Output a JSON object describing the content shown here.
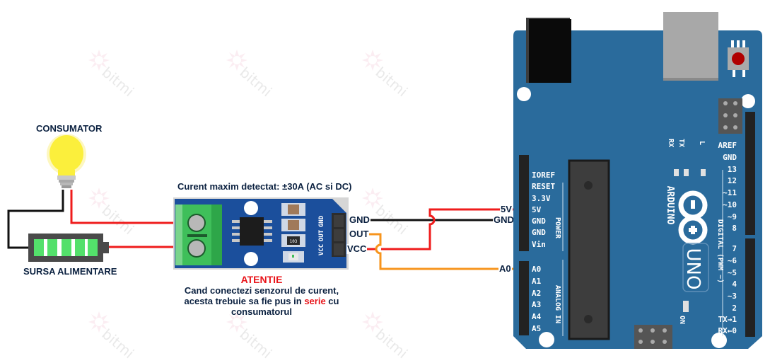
{
  "labels": {
    "consumer": "CONSUMATOR",
    "power_source": "SURSA ALIMENTARE",
    "sensor_caption": "Curent maxim detectat: ±30A (AC si DC)"
  },
  "note": {
    "title": "ATENTIE",
    "line1": "Cand conectezi senzorul de curent,",
    "line2_before": "acesta trebuie sa fie pus in ",
    "line2_highlight": "serie",
    "line2_after": " cu",
    "line3": "consumatorul"
  },
  "sensor_pins": [
    "GND",
    "OUT",
    "VCC"
  ],
  "arduino_pin_labels": {
    "five_v": "5V",
    "gnd": "GND",
    "a0": "A0"
  },
  "arduino": {
    "power_header": [
      "IOREF",
      "RESET",
      "3.3V",
      "5V",
      "GND",
      "GND",
      "Vin"
    ],
    "power_title": "POWER",
    "analog_header": [
      "A0",
      "A1",
      "A2",
      "A3",
      "A4",
      "A5"
    ],
    "analog_title": "ANALOG IN",
    "digital_header_top": [
      "AREF",
      "GND",
      "13",
      "12",
      "~11",
      "~10",
      "~9",
      "8"
    ],
    "digital_header_bottom": [
      "7",
      "~6",
      "~5",
      "4",
      "~3",
      "2",
      "TX→1",
      "RX←0"
    ],
    "digital_title": "DIGITAL (PWM ~)",
    "led_labels": [
      "RX",
      "TX",
      "L"
    ],
    "brand": "ARDUINO",
    "model": "UNO",
    "on_label": "ON"
  },
  "sensor_module": {
    "pin_silk": [
      "GND",
      "OUT",
      "VCC"
    ],
    "resistor_code": "103"
  },
  "watermark": "bitmi",
  "colors": {
    "wire_red": "#ef1c1c",
    "wire_black": "#111111",
    "wire_orange": "#f7941d",
    "arduino_blue": "#2a6b9c",
    "module_blue": "#1b4f9c",
    "terminal_green": "#3fbf5a",
    "bulb_yellow": "#fbef3c",
    "battery_green": "#53e06b",
    "text_navy": "#0b2140",
    "warn_red": "#e8141a"
  }
}
